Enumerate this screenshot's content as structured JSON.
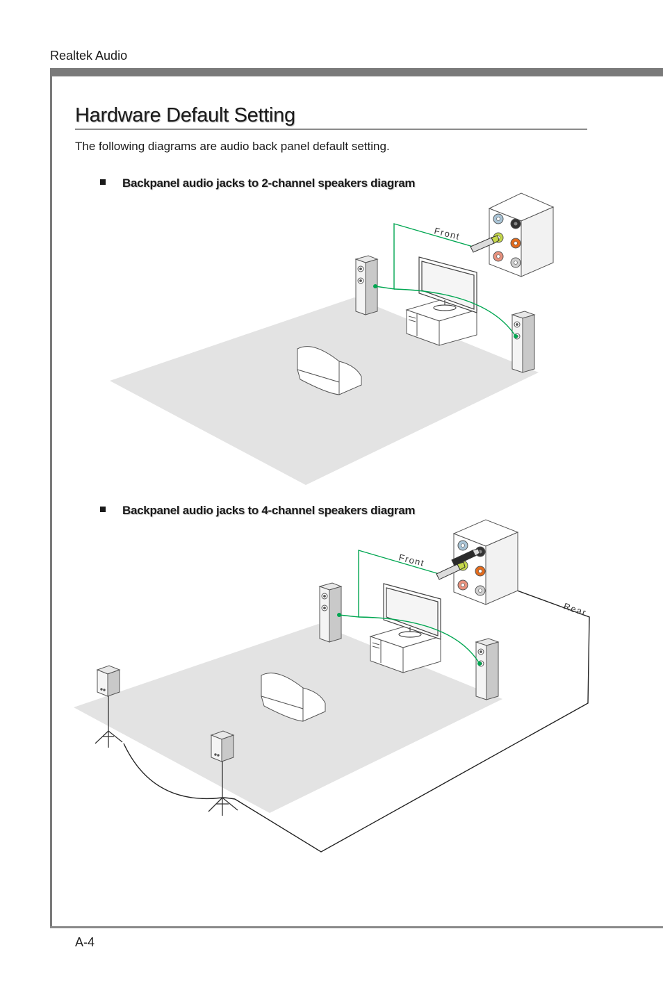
{
  "header": {
    "label": "Realtek Audio"
  },
  "section": {
    "title": "Hardware Default Setting",
    "intro": "The following diagrams are audio back panel default setting."
  },
  "diagrams": [
    {
      "caption": "Backpanel audio jacks to 2-channel speakers diagram",
      "front_label": "Front"
    },
    {
      "caption": "Backpanel audio jacks to 4-channel speakers diagram",
      "front_label": "Front",
      "rear_label": "Rear"
    }
  ],
  "colors": {
    "floor": "#e3e3e3",
    "front_cable": "#00a651",
    "rear_cable": "#222222",
    "jack_blue": "#a9c4d6",
    "jack_green": "#c6d84a",
    "jack_pink": "#e8927e",
    "jack_orange": "#e36b1c",
    "jack_black": "#333333",
    "jack_gray": "#cfcfcf"
  },
  "footer": {
    "page_number": "A-4"
  }
}
